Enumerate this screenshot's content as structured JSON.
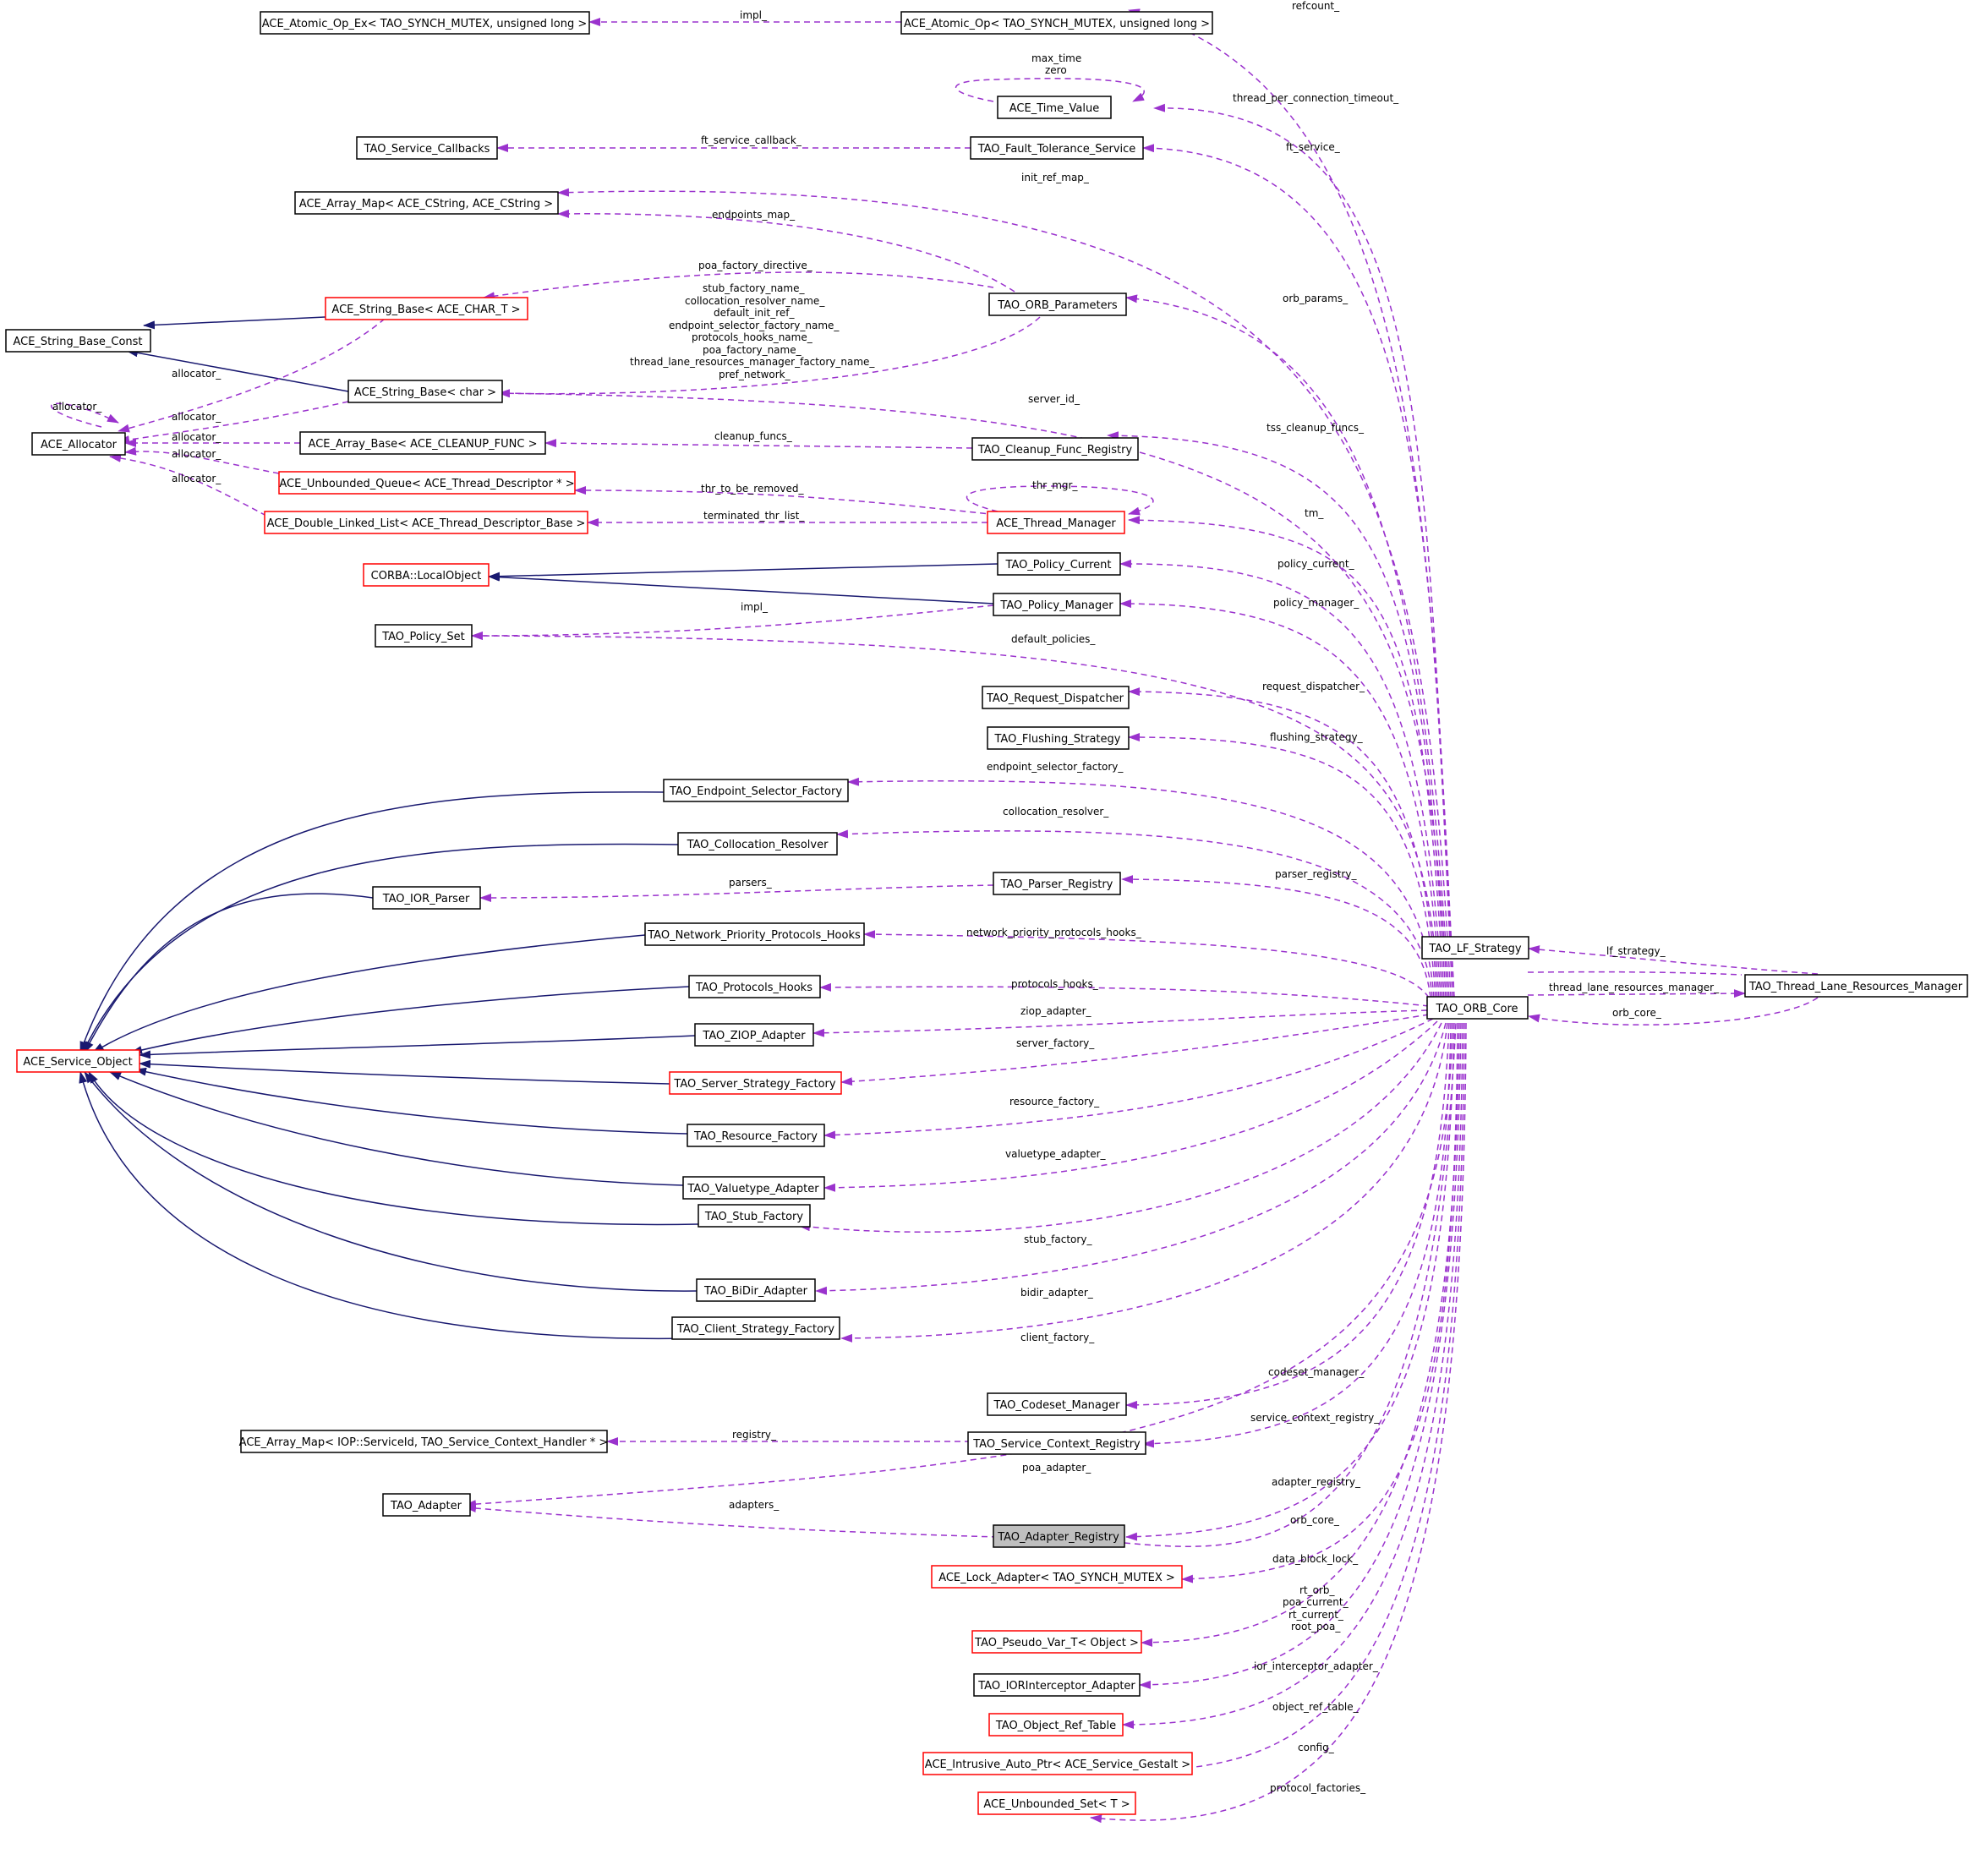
{
  "nodes": [
    {
      "id": "atomic_op_ex",
      "label": "ACE_Atomic_Op_Ex< TAO_SYNCH_MUTEX, unsigned long >",
      "red": false
    },
    {
      "id": "atomic_op",
      "label": "ACE_Atomic_Op< TAO_SYNCH_MUTEX, unsigned long >",
      "red": false
    },
    {
      "id": "time_value",
      "label": "ACE_Time_Value",
      "red": false
    },
    {
      "id": "service_callbacks",
      "label": "TAO_Service_Callbacks",
      "red": false
    },
    {
      "id": "fault_tolerance",
      "label": "TAO_Fault_Tolerance_Service",
      "red": false
    },
    {
      "id": "array_map_cstring",
      "label": "ACE_Array_Map< ACE_CString, ACE_CString >",
      "red": false
    },
    {
      "id": "string_base_char_t",
      "label": "ACE_String_Base< ACE_CHAR_T >",
      "red": true
    },
    {
      "id": "orb_parameters",
      "label": "TAO_ORB_Parameters",
      "red": false
    },
    {
      "id": "string_base_const",
      "label": "ACE_String_Base_Const",
      "red": false
    },
    {
      "id": "string_base_char",
      "label": "ACE_String_Base< char >",
      "red": false
    },
    {
      "id": "allocator",
      "label": "ACE_Allocator",
      "red": false
    },
    {
      "id": "array_base_cleanup",
      "label": "ACE_Array_Base< ACE_CLEANUP_FUNC >",
      "red": false
    },
    {
      "id": "cleanup_func_registry",
      "label": "TAO_Cleanup_Func_Registry",
      "red": false
    },
    {
      "id": "unbounded_queue",
      "label": "ACE_Unbounded_Queue< ACE_Thread_Descriptor * >",
      "red": true
    },
    {
      "id": "double_linked_list",
      "label": "ACE_Double_Linked_List< ACE_Thread_Descriptor_Base >",
      "red": true
    },
    {
      "id": "thread_manager",
      "label": "ACE_Thread_Manager",
      "red": true
    },
    {
      "id": "corba_localobject",
      "label": "CORBA::LocalObject",
      "red": true
    },
    {
      "id": "policy_current",
      "label": "TAO_Policy_Current",
      "red": false
    },
    {
      "id": "policy_manager",
      "label": "TAO_Policy_Manager",
      "red": false
    },
    {
      "id": "policy_set",
      "label": "TAO_Policy_Set",
      "red": false
    },
    {
      "id": "request_dispatcher",
      "label": "TAO_Request_Dispatcher",
      "red": false
    },
    {
      "id": "flushing_strategy",
      "label": "TAO_Flushing_Strategy",
      "red": false
    },
    {
      "id": "endpoint_selector_factory",
      "label": "TAO_Endpoint_Selector_Factory",
      "red": false
    },
    {
      "id": "collocation_resolver",
      "label": "TAO_Collocation_Resolver",
      "red": false
    },
    {
      "id": "ior_parser",
      "label": "TAO_IOR_Parser",
      "red": false
    },
    {
      "id": "parser_registry",
      "label": "TAO_Parser_Registry",
      "red": false
    },
    {
      "id": "network_priority",
      "label": "TAO_Network_Priority_Protocols_Hooks",
      "red": false
    },
    {
      "id": "lf_strategy",
      "label": "TAO_LF_Strategy",
      "red": false
    },
    {
      "id": "thread_lane",
      "label": "TAO_Thread_Lane_Resources_Manager",
      "red": false
    },
    {
      "id": "protocols_hooks",
      "label": "TAO_Protocols_Hooks",
      "red": false
    },
    {
      "id": "orb_core",
      "label": "TAO_ORB_Core",
      "red": false
    },
    {
      "id": "service_object",
      "label": "ACE_Service_Object",
      "red": true
    },
    {
      "id": "ziop_adapter",
      "label": "TAO_ZIOP_Adapter",
      "red": false
    },
    {
      "id": "server_strategy",
      "label": "TAO_Server_Strategy_Factory",
      "red": true
    },
    {
      "id": "resource_factory",
      "label": "TAO_Resource_Factory",
      "red": false
    },
    {
      "id": "valuetype_adapter",
      "label": "TAO_Valuetype_Adapter",
      "red": false
    },
    {
      "id": "stub_factory",
      "label": "TAO_Stub_Factory",
      "red": false
    },
    {
      "id": "bidir_adapter",
      "label": "TAO_BiDir_Adapter",
      "red": false
    },
    {
      "id": "client_strategy",
      "label": "TAO_Client_Strategy_Factory",
      "red": false
    },
    {
      "id": "codeset_manager",
      "label": "TAO_Codeset_Manager",
      "red": false
    },
    {
      "id": "array_map_ioP",
      "label": "ACE_Array_Map< IOP::ServiceId, TAO_Service_Context_Handler * >",
      "red": false
    },
    {
      "id": "service_context_registry",
      "label": "TAO_Service_Context_Registry",
      "red": false
    },
    {
      "id": "adapter",
      "label": "TAO_Adapter",
      "red": false
    },
    {
      "id": "adapter_registry",
      "label": "TAO_Adapter_Registry",
      "red": false,
      "highlighted": true
    },
    {
      "id": "lock_adapter",
      "label": "ACE_Lock_Adapter< TAO_SYNCH_MUTEX >",
      "red": true
    },
    {
      "id": "pseudo_var",
      "label": "TAO_Pseudo_Var_T< Object >",
      "red": true
    },
    {
      "id": "iorinterceptor_adapter",
      "label": "TAO_IORInterceptor_Adapter",
      "red": false
    },
    {
      "id": "object_ref_table",
      "label": "TAO_Object_Ref_Table",
      "red": true
    },
    {
      "id": "intrusive_auto_ptr",
      "label": "ACE_Intrusive_Auto_Ptr< ACE_Service_Gestalt >",
      "red": true
    },
    {
      "id": "unbounded_set",
      "label": "ACE_Unbounded_Set< T >",
      "red": true
    }
  ],
  "edge_labels": {
    "impl_atomic": "impl_",
    "refcount": "refcount_",
    "max_time_zero": [
      "max_time",
      "zero"
    ],
    "thread_per_connection_timeout": "thread_per_connection_timeout_",
    "ft_service_callback": "ft_service_callback_",
    "ft_service": "ft_service_",
    "init_ref_map": "init_ref_map_",
    "endpoints_map": "endpoints_map_",
    "poa_factory_directive": "poa_factory_directive_",
    "orb_params": "orb_params_",
    "string_fields": [
      "stub_factory_name_",
      "collocation_resolver_name_",
      "default_init_ref_",
      "endpoint_selector_factory_name_",
      "protocols_hooks_name_",
      "poa_factory_name_",
      "thread_lane_resources_manager_factory_name_",
      "pref_network_"
    ],
    "allocator_self": "allocator_",
    "allocator_1": "allocator_",
    "allocator_2": "allocator_",
    "allocator_3": "allocator_",
    "allocator_4": "allocator_",
    "allocator_5": "allocator_",
    "server_id": "server_id_",
    "cleanup_funcs": "cleanup_funcs_",
    "tss_cleanup_funcs": "tss_cleanup_funcs_",
    "thr_to_be_removed": "thr_to_be_removed_",
    "thr_mgr": "thr_mgr_",
    "terminated_thr_list": "terminated_thr_list_",
    "tm": "tm_",
    "policy_current": "policy_current_",
    "impl_policy": "impl_",
    "policy_manager": "policy_manager_",
    "default_policies": "default_policies_",
    "request_dispatcher": "request_dispatcher_",
    "flushing_strategy": "flushing_strategy_",
    "endpoint_selector_factory": "endpoint_selector_factory_",
    "collocation_resolver": "collocation_resolver_",
    "parsers": "parsers_",
    "parser_registry": "parser_registry_",
    "network_priority_protocols_hooks": "network_priority_protocols_hooks_",
    "lf_strategy": "lf_strategy_",
    "thread_lane_resources_manager": "thread_lane_resources_manager_",
    "protocols_hooks": "protocols_hooks_",
    "orb_core_tl": "orb_core_",
    "ziop_adapter": "ziop_adapter_",
    "server_factory": "server_factory_",
    "resource_factory": "resource_factory_",
    "valuetype_adapter": "valuetype_adapter_",
    "stub_factory": "stub_factory_",
    "bidir_adapter": "bidir_adapter_",
    "client_factory": "client_factory_",
    "codeset_manager": "codeset_manager_",
    "service_context_registry": "service_context_registry_",
    "registry": "registry_",
    "poa_adapter": "poa_adapter_",
    "adapter_registry": "adapter_registry_",
    "adapters": "adapters_",
    "orb_core_ar": "orb_core_",
    "data_block_lock": "data_block_lock_",
    "pseudo_fields": [
      "rt_orb_",
      "poa_current_",
      "rt_current_",
      "root_poa_"
    ],
    "ior_interceptor_adapter": "ior_interceptor_adapter_",
    "object_ref_table": "object_ref_table_",
    "config": "config_",
    "protocol_factories": "protocol_factories_"
  },
  "colors": {
    "inheritance_edge": "#191970",
    "usage_edge": "#9a32cd",
    "node_border": "#000000",
    "node_border_undocumented": "#ff0000",
    "highlight_fill": "#bfbfbf"
  }
}
